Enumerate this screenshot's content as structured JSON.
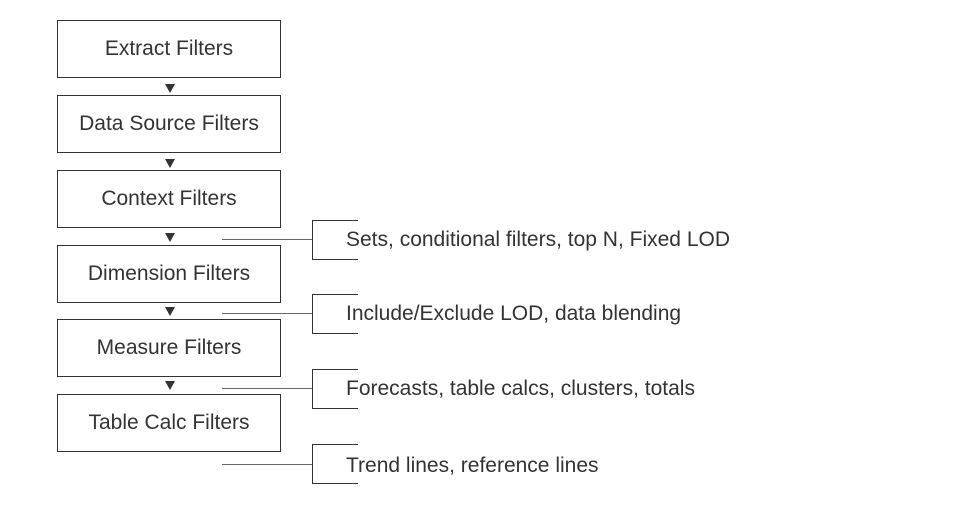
{
  "filters": [
    {
      "label": "Extract Filters"
    },
    {
      "label": "Data Source Filters"
    },
    {
      "label": "Context Filters"
    },
    {
      "label": "Dimension Filters"
    },
    {
      "label": "Measure Filters"
    },
    {
      "label": "Table Calc Filters"
    }
  ],
  "notes": [
    {
      "text": "Sets, conditional filters, top N, Fixed LOD"
    },
    {
      "text": "Include/Exclude LOD, data blending"
    },
    {
      "text": "Forecasts, table calcs, clusters, totals"
    },
    {
      "text": "Trend lines, reference lines"
    }
  ]
}
